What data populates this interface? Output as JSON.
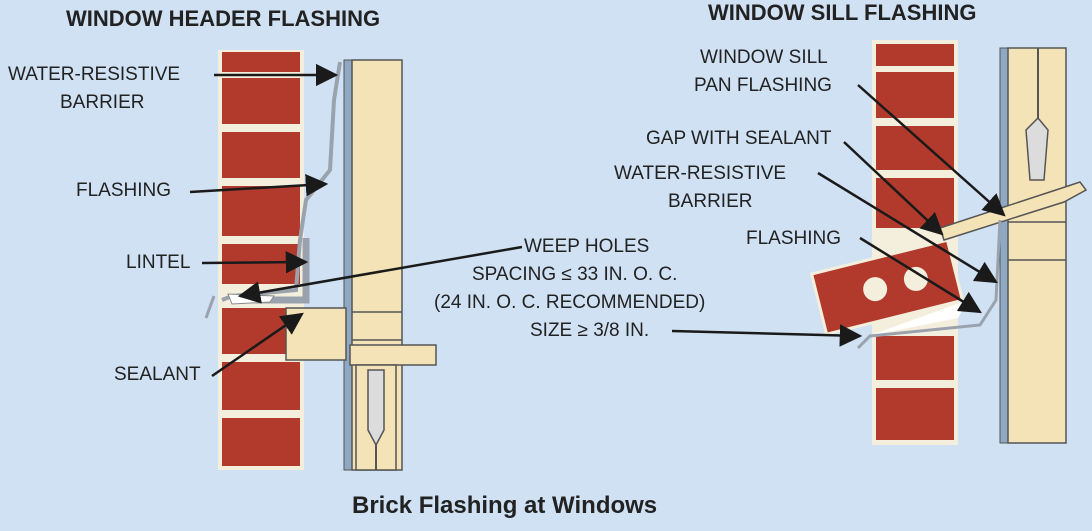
{
  "header_title": "WINDOW HEADER FLASHING",
  "sill_title": "WINDOW SILL FLASHING",
  "labels": {
    "wrb_left": "WATER-RESISTIVE",
    "wrb_left_2": "BARRIER",
    "flashing_left": "FLASHING",
    "lintel": "LINTEL",
    "sealant": "SEALANT",
    "weep_1": "WEEP HOLES",
    "weep_2": "SPACING ≤ 33 IN. O. C.",
    "weep_3": "(24 IN. O. C. RECOMMENDED)",
    "weep_4": "SIZE ≥ 3/8 IN.",
    "sill_pan_1": "WINDOW SILL",
    "sill_pan_2": "PAN FLASHING",
    "gap": "GAP WITH SEALANT",
    "wrb_right": "WATER-RESISTIVE",
    "wrb_right_2": "BARRIER",
    "flashing_right": "FLASHING"
  },
  "caption": "Brick Flashing at Windows",
  "colors": {
    "background": "#cfe1f3",
    "brick": "#b23a2c",
    "mortar": "#f4efdc",
    "wood": "#f3e3b6",
    "metal": "#9aa3ad",
    "line": "#1a1a1a"
  }
}
